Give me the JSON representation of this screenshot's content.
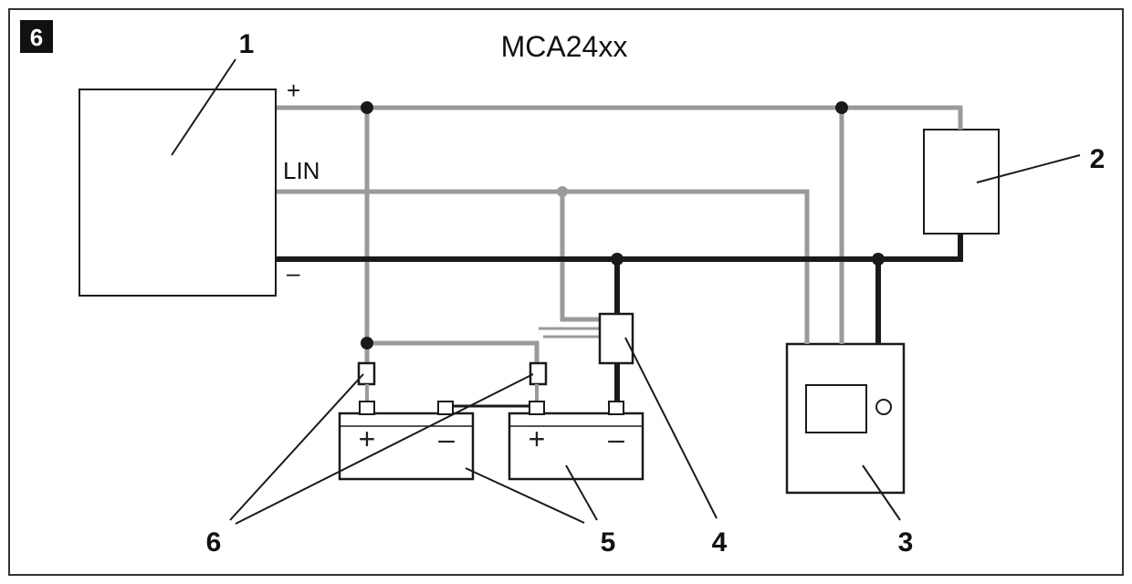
{
  "figure": {
    "badge": "6",
    "title": "MCA24xx",
    "pins": {
      "plus": "+",
      "lin": "LIN",
      "minus": "–"
    },
    "battery_signs": {
      "plus": "+",
      "minus": "–"
    },
    "callouts": [
      "1",
      "2",
      "3",
      "4",
      "5",
      "6"
    ]
  },
  "colors": {
    "gray_wire": "#9a9a9a",
    "black_wire": "#1a1a1a",
    "frame": "#222222",
    "badge_bg": "#111111"
  }
}
